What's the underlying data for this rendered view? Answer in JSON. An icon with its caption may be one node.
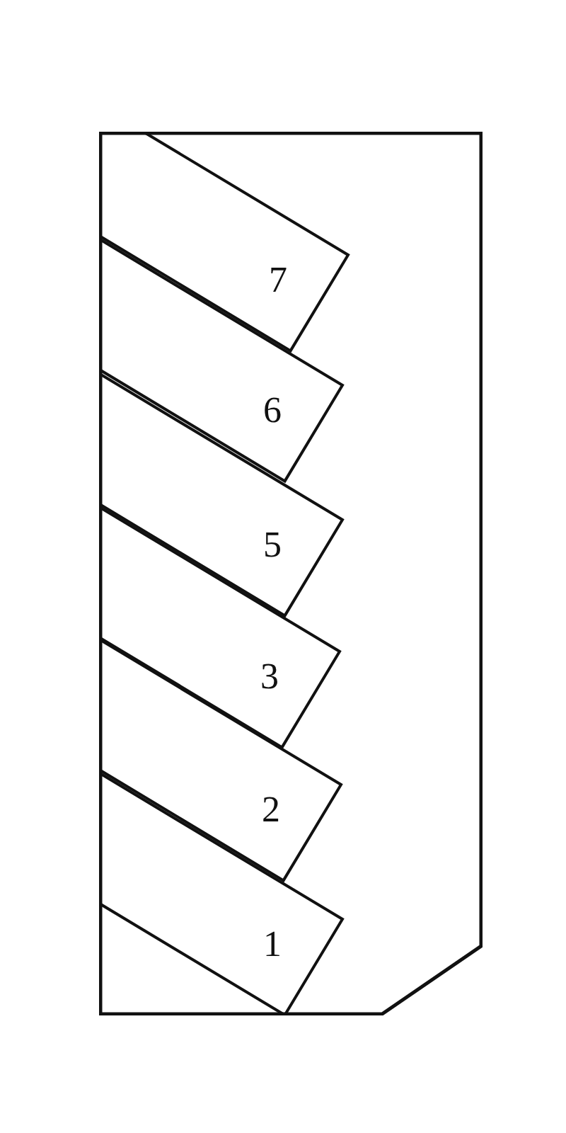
{
  "diagram": {
    "nodes": [
      {
        "text": [],
        "shape": "box"
      },
      {
        "text": [
          "7"
        ],
        "in": 0
      },
      {
        "text": [
          "6"
        ],
        "in": 0
      },
      {
        "text": [
          "5"
        ],
        "in": 0
      },
      {
        "text": [
          "3"
        ],
        "in": 0
      },
      {
        "text": [
          "2"
        ],
        "in": 0
      },
      {
        "text": [
          "1"
        ],
        "in": 0
      }
    ]
  }
}
